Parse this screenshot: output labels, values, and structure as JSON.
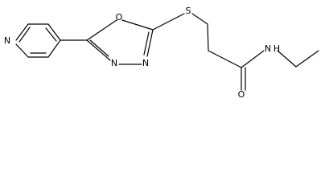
{
  "atoms": {
    "pyridine_N": "N",
    "oxadiazole_O": "O",
    "oxadiazole_N1": "N",
    "oxadiazole_N2": "N",
    "sulfur": "S",
    "carbonyl_O": "O",
    "amide_N": "N",
    "amide_H": "H"
  }
}
